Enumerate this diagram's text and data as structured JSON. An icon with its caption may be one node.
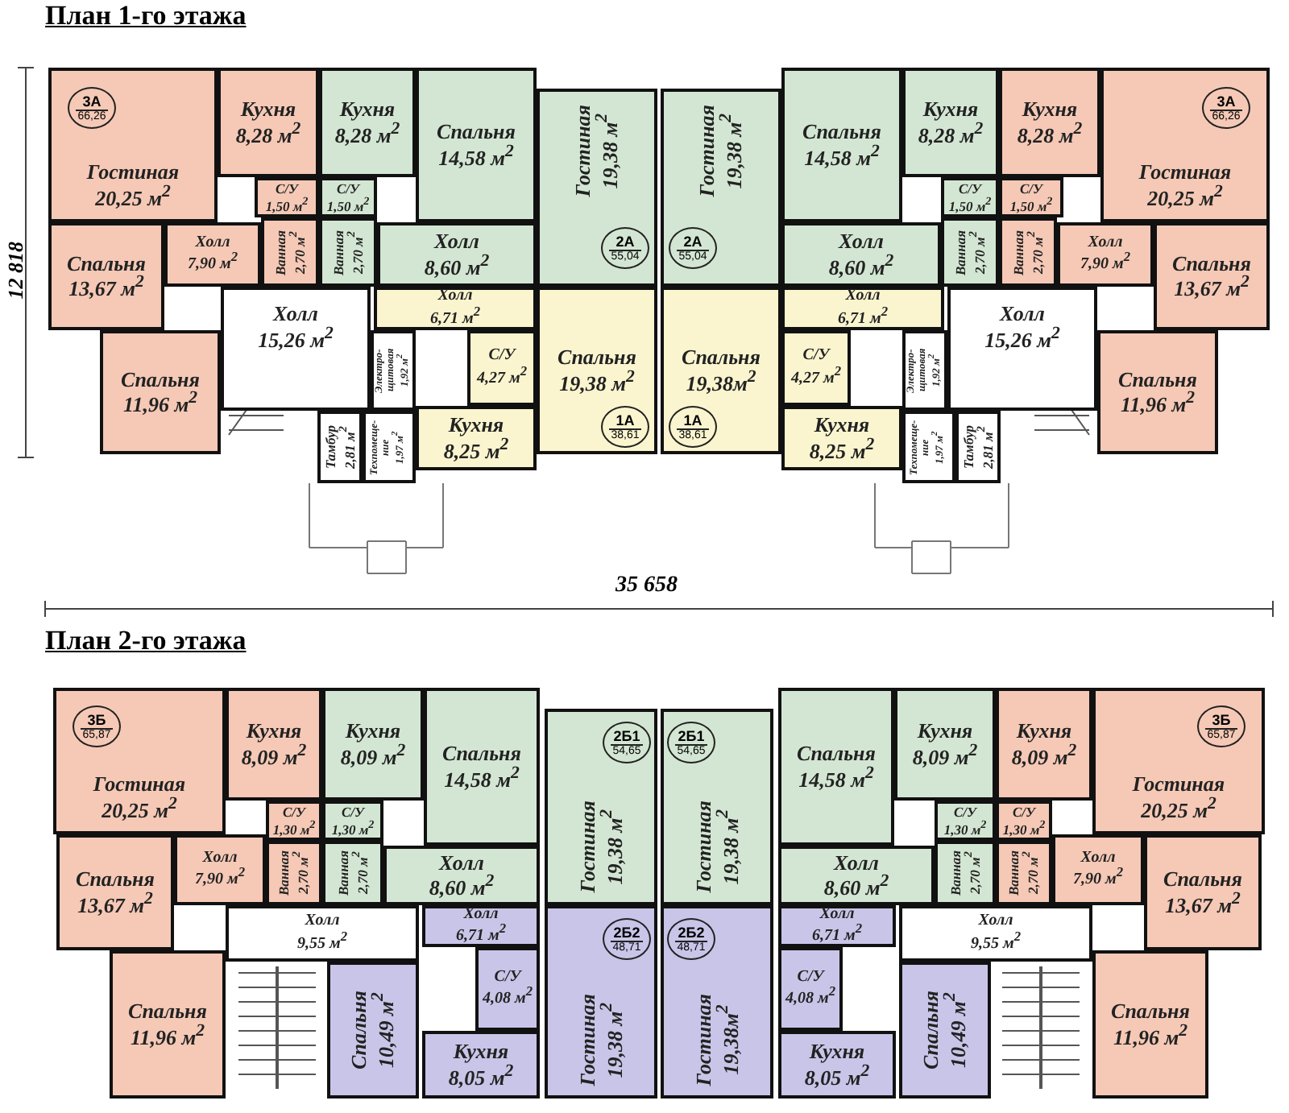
{
  "diagram": {
    "nodes": [
      {
        "text": [
          "Гостиная",
          "20,25 м$^{2}$"
        ]
      },
      {
        "text": [
          "3А",
          "66,26"
        ],
        "in": 0
      },
      {
        "text": [
          "Кухня",
          "8,28 м$^{2}$"
        ]
      },
      {
        "text": [
          "Кухня",
          "8,28 м$^{2}$"
        ]
      },
      {
        "text": [
          "Спальня",
          "14,58 м$^{2}$"
        ]
      },
      {
        "text": [
          "Гостиная",
          "19,38 м$^{2}$"
        ]
      },
      {
        "text": [
          "2А",
          "55,04"
        ],
        "in": 5
      },
      {
        "text": [
          "С/У",
          "1,50 м$^{2}$"
        ]
      },
      {
        "text": [
          "С/У",
          "1,50 м$^{2}$"
        ]
      },
      {
        "text": [
          "Холл",
          "7,90 м$^{2}$"
        ]
      },
      {
        "text": [
          "Ванная",
          "2,70 м$^{2}$"
        ]
      },
      {
        "text": [
          "Ванная",
          "2,70 м$^{2}$"
        ]
      },
      {
        "text": [
          "Холл",
          "8,60 м$^{2}$"
        ]
      },
      {
        "text": [
          "Спальня",
          "13,67 м$^{2}$"
        ]
      },
      {
        "text": [
          "Холл",
          "15,26 м$^{2}$"
        ]
      },
      {
        "text": [
          "Холл",
          "6,71 м$^{2}$"
        ]
      },
      {
        "text": [
          "Спальня",
          "19,38 м$^{2}$"
        ]
      },
      {
        "text": [
          "1А",
          "38,61"
        ],
        "in": 16
      },
      {
        "text": [
          "С/У",
          "4,27 м$^{2}$"
        ]
      },
      {
        "text": [
          "Электро- щитовая",
          "1,92 м$^{2}$"
        ]
      },
      {
        "text": [
          "Спальня",
          "11,96 м$^{2}$"
        ]
      },
      {
        "text": [
          "Тамбур",
          "2,81 м$^{2}$"
        ]
      },
      {
        "text": [
          "Техпомеще- ние",
          "1,97 м$^{2}$"
        ]
      },
      {
        "text": [
          "Кухня",
          "8,25 м$^{2}$"
        ]
      },
      {
        "text": [
          "Гостиная",
          "20,25 м$^{2}$"
        ]
      },
      {
        "text": [
          "3А",
          "66,26"
        ],
        "in": 24
      },
      {
        "text": [
          "Кухня",
          "8,28 м$^{2}$"
        ]
      },
      {
        "text": [
          "Кухня",
          "8,28 м$^{2}$"
        ]
      },
      {
        "text": [
          "Спальня",
          "14,58 м$^{2}$"
        ]
      },
      {
        "text": [
          "Гостиная",
          "19,38 м$^{2}$"
        ]
      },
      {
        "text": [
          "2А",
          "55,04"
        ],
        "in": 29
      },
      {
        "text": [
          "С/У",
          "1,50 м$^{2}$"
        ]
      },
      {
        "text": [
          "С/У",
          "1,50 м$^{2}$"
        ]
      },
      {
        "text": [
          "Холл",
          "7,90 м$^{2}$"
        ]
      },
      {
        "text": [
          "Ванная",
          "2,70 м$^{2}$"
        ]
      },
      {
        "text": [
          "Ванная",
          "2,70 м$^{2}$"
        ]
      },
      {
        "text": [
          "Холл",
          "8,60 м$^{2}$"
        ]
      },
      {
        "text": [
          "Спальня",
          "13,67 м$^{2}$"
        ]
      },
      {
        "text": [
          "Холл",
          "15,26 м$^{2}$"
        ]
      },
      {
        "text": [
          "Холл",
          "6,71 м$^{2}$"
        ]
      },
      {
        "text": [
          "Спальня",
          "19,38м$^{2}$"
        ]
      },
      {
        "text": [
          "1А",
          "38,61"
        ],
        "in": 40
      },
      {
        "text": [
          "С/У",
          "4,27 м$^{2}$"
        ]
      },
      {
        "text": [
          "Электро- щитовая",
          "1,92 м$^{2}$"
        ]
      },
      {
        "text": [
          "Спальня",
          "11,96 м$^{2}$"
        ]
      },
      {
        "text": [
          "Тамбур",
          "2,81 м$^{2}$"
        ]
      },
      {
        "text": [
          "Техпомеще- ние",
          "1,97 м$^{2}$"
        ]
      },
      {
        "text": [
          "Кухня",
          "8,25 м$^{2}$"
        ]
      },
      {
        "text": [
          "Гостиная",
          "20,25 м$^{2}$"
        ]
      },
      {
        "text": [
          "3Б",
          "65,87"
        ],
        "in": 48
      },
      {
        "text": [
          "Кухня",
          "8,09 м$^{2}$"
        ]
      },
      {
        "text": [
          "Кухня",
          "8,09 м$^{2}$"
        ]
      },
      {
        "text": [
          "Спальня",
          "14,58 м$^{2}$"
        ]
      },
      {
        "text": [
          "Гостиная",
          "19,38 м$^{2}$"
        ]
      },
      {
        "text": [
          "2Б1",
          "54,65"
        ],
        "in": 53
      },
      {
        "text": [
          "С/У",
          "1,30 м$^{2}$"
        ]
      },
      {
        "text": [
          "С/У",
          "1,30 м$^{2}$"
        ]
      },
      {
        "text": [
          "Холл",
          "7,90 м$^{2}$"
        ]
      },
      {
        "text": [
          "Ванная",
          "2,70 м$^{2}$"
        ]
      },
      {
        "text": [
          "Ванная",
          "2,70 м$^{2}$"
        ]
      },
      {
        "text": [
          "Холл",
          "8,60 м$^{2}$"
        ]
      },
      {
        "text": [
          "Спальня",
          "13,67 м$^{2}$"
        ]
      },
      {
        "text": [
          "Холл",
          "9,55 м$^{2}$"
        ]
      },
      {
        "text": [
          "Холл",
          "6,71 м$^{2}$"
        ]
      },
      {
        "text": [
          "Гостиная",
          "19,38 м$^{2}$"
        ]
      },
      {
        "text": [
          "2Б2",
          "48,71"
        ],
        "in": 64
      },
      {
        "text": [
          "С/У",
          "4,08 м$^{2}$"
        ]
      },
      {
        "text": [
          "Спальня",
          "10,49 м$^{2}$"
        ]
      },
      {
        "text": [
          "Спальня",
          "11,96 м$^{2}$"
        ]
      },
      {
        "text": [
          "Кухня",
          "8,05 м$^{2}$"
        ]
      },
      {
        "text": [
          "Гостиная",
          "20,25 м$^{2}$"
        ]
      },
      {
        "text": [
          "3Б",
          "65,87"
        ],
        "in": 70
      },
      {
        "text": [
          "Кухня",
          "8,09 м$^{2}$"
        ]
      },
      {
        "text": [
          "Кухня",
          "8,09 м$^{2}$"
        ]
      },
      {
        "text": [
          "Спальня",
          "14,58 м$^{2}$"
        ]
      },
      {
        "text": [
          "Гостиная",
          "19,38 м$^{2}$"
        ]
      },
      {
        "text": [
          "2Б1",
          "54,65"
        ],
        "in": 75
      },
      {
        "text": [
          "С/У",
          "1,30 м$^{2}$"
        ]
      },
      {
        "text": [
          "С/У",
          "1,30 м$^{2}$"
        ]
      },
      {
        "text": [
          "Холл",
          "7,90 м$^{2}$"
        ]
      },
      {
        "text": [
          "Ванная",
          "2,70 м$^{2}$"
        ]
      },
      {
        "text": [
          "Ванная",
          "2,70 м$^{2}$"
        ]
      },
      {
        "text": [
          "Холл",
          "8,60 м$^{2}$"
        ]
      },
      {
        "text": [
          "Спальня",
          "13,67 м$^{2}$"
        ]
      },
      {
        "text": [
          "Холл",
          "9,55 м$^{2}$"
        ]
      },
      {
        "text": [
          "Холл",
          "6,71 м$^{2}$"
        ]
      },
      {
        "text": [
          "Гостиная",
          "19,38м$^{2}$"
        ]
      },
      {
        "text": [
          "2Б2",
          "48,71"
        ],
        "in": 86
      },
      {
        "text": [
          "С/У",
          "4,08 м$^{2}$"
        ]
      },
      {
        "text": [
          "Спальня",
          "10,49 м$^{2}$"
        ]
      },
      {
        "text": [
          "Спальня",
          "11,96 м$^{2}$"
        ]
      },
      {
        "text": [
          "Кухня",
          "8,05 м$^{2}$"
        ]
      }
    ],
    "labels": [
      "План 1-го этажа",
      "12 818",
      "35 658",
      "План 2-го этажа"
    ]
  }
}
